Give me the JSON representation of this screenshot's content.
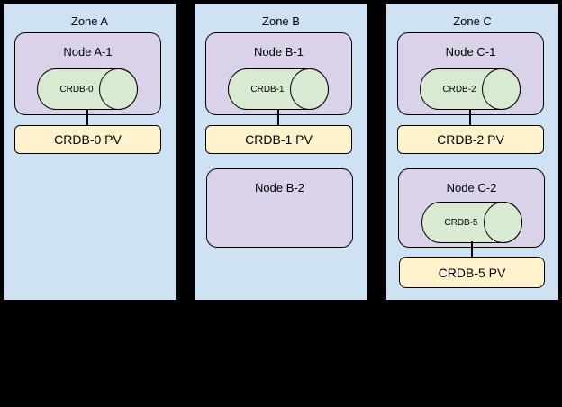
{
  "colors": {
    "background": "#000000",
    "zone-fill": "#cfe2f3",
    "zone-border": "#000000",
    "node-fill": "#d9d2e9",
    "cylinder-fill": "#d9ead3",
    "pv-fill": "#fff2cc",
    "shape-border": "#000000",
    "text": "#000000"
  },
  "zones": [
    {
      "label": "Zone A",
      "nodes": [
        {
          "label": "Node A-1",
          "cylinder": "CRDB-0"
        }
      ],
      "pvs": [
        "CRDB-0 PV"
      ]
    },
    {
      "label": "Zone B",
      "nodes": [
        {
          "label": "Node B-1",
          "cylinder": "CRDB-1"
        },
        {
          "label": "Node B-2"
        }
      ],
      "pvs": [
        "CRDB-1 PV"
      ]
    },
    {
      "label": "Zone C",
      "nodes": [
        {
          "label": "Node C-1",
          "cylinder": "CRDB-2"
        },
        {
          "label": "Node C-2",
          "cylinder": "CRDB-5"
        }
      ],
      "pvs": [
        "CRDB-2 PV",
        "CRDB-5 PV"
      ]
    }
  ]
}
